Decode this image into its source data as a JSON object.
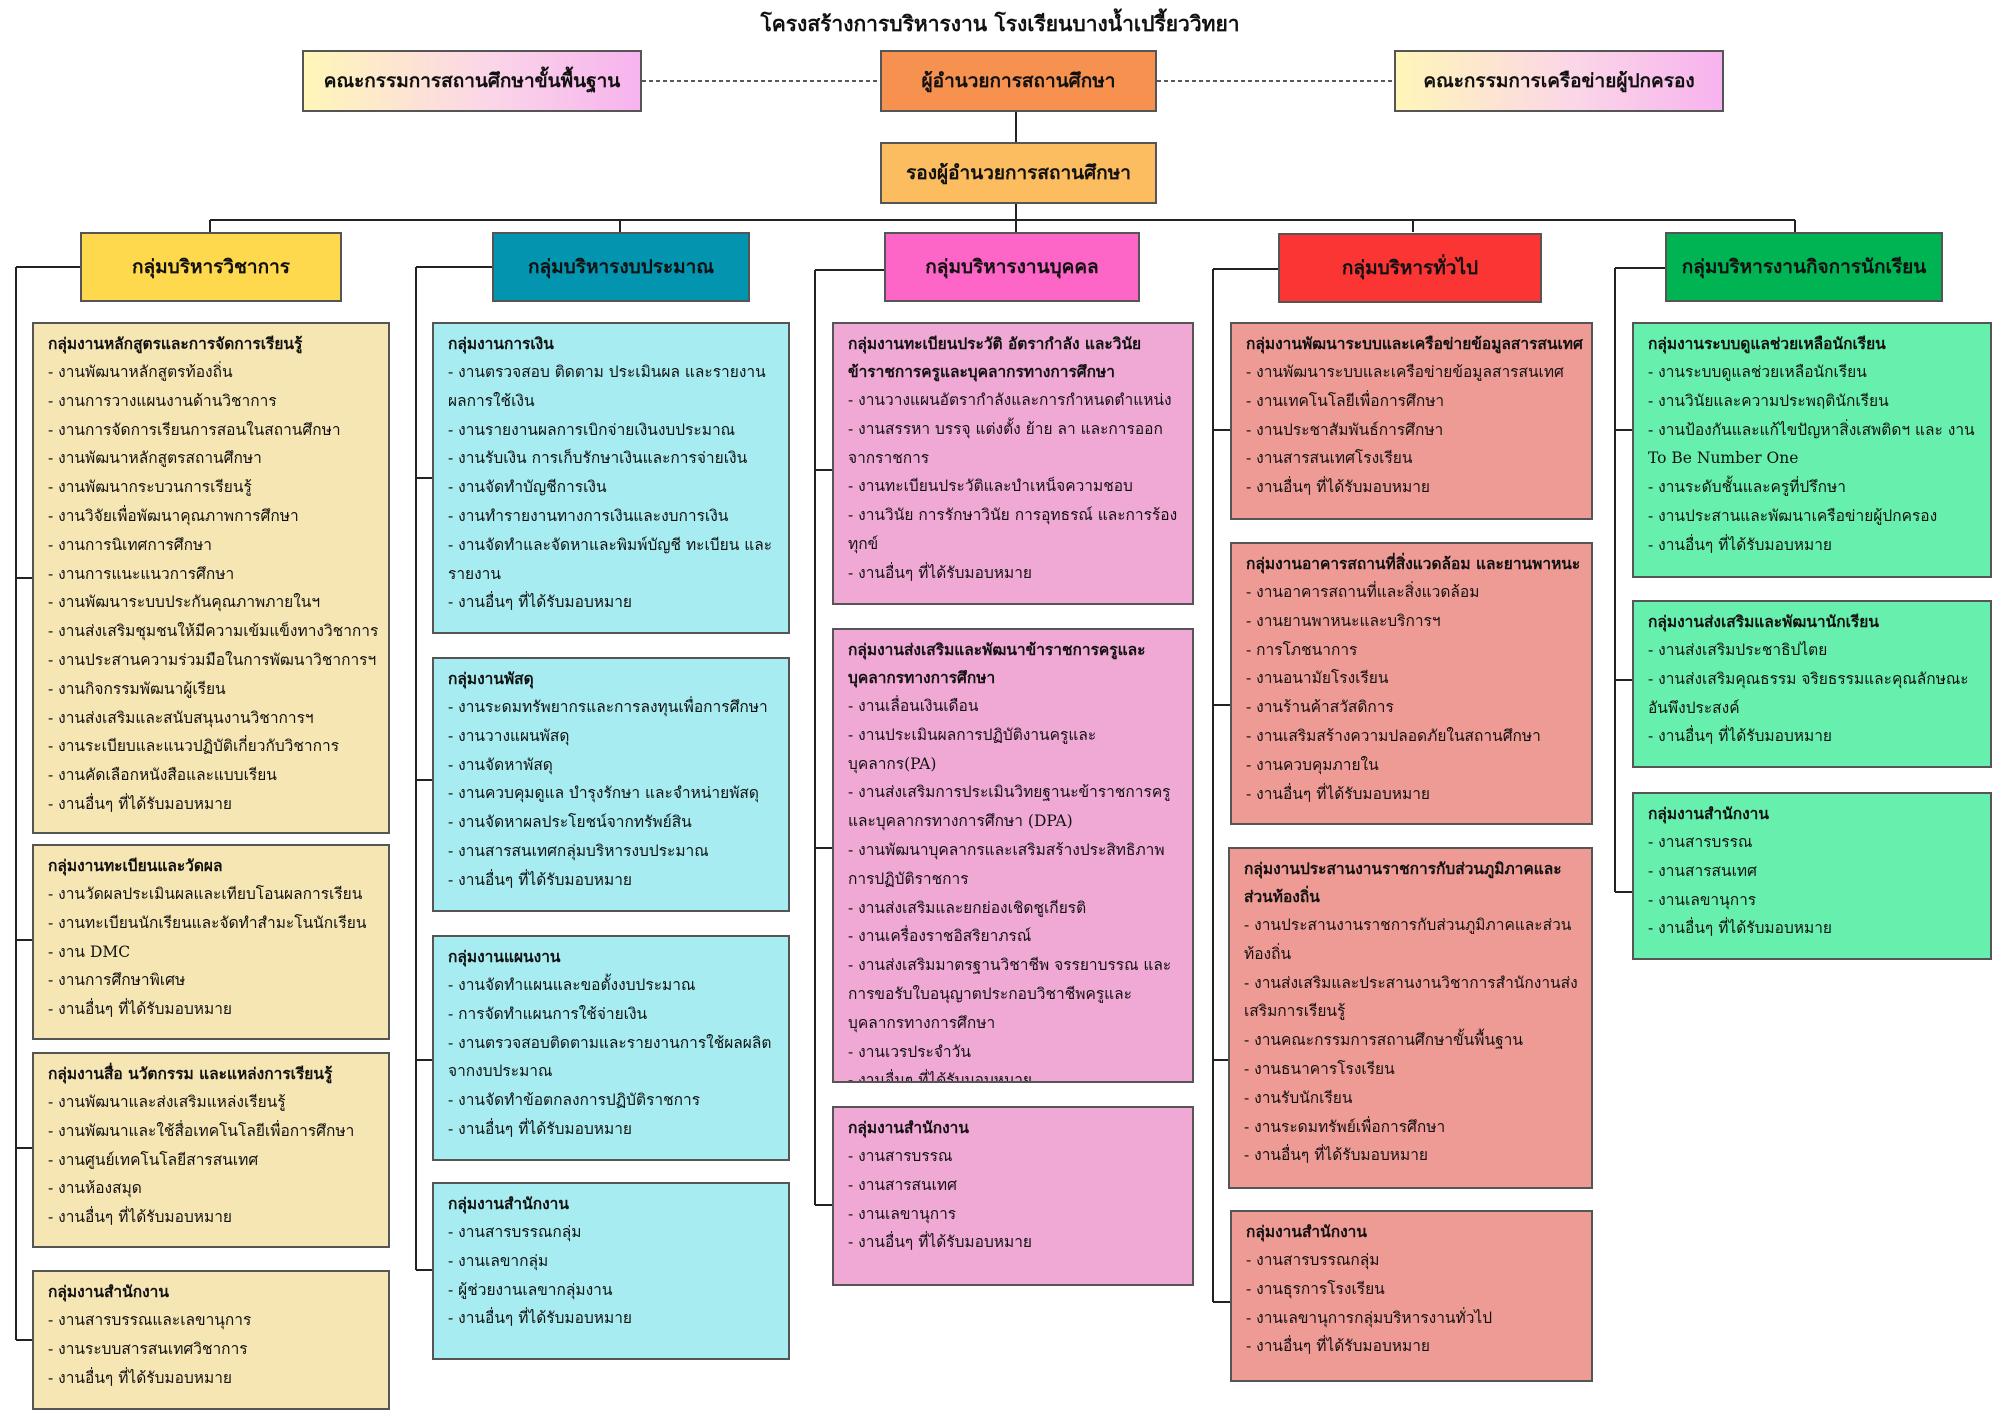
{
  "title": "โครงสร้างการบริหารงาน โรงเรียนบางน้ำเปรี้ยววิทยา",
  "top": {
    "director": "ผู้อำนวยการสถานศึกษา",
    "deputy": "รองผู้อำนวยการสถานศึกษา",
    "left_committee": "คณะกรรมการสถานศึกษาขั้นพื้นฐาน",
    "right_committee": "คณะกรรมการเครือข่ายผู้ปกครอง"
  },
  "colors": {
    "director": "#f79150",
    "deputy": "#fbbd5f",
    "col1_header": "#ffd94d",
    "col2_header": "#0395b0",
    "col3_header": "#fd66c6",
    "col4_header": "#fb3434",
    "col5_header": "#00b454",
    "col1_box": "#f6e6b3",
    "col2_box": "#a6ecf0",
    "col3_box": "#f0a9d5",
    "col4_box": "#ef9b95",
    "col5_box": "#67efad"
  },
  "columns": [
    {
      "header": "กลุ่มบริหารวิชาการ",
      "groups": [
        {
          "title": "กลุ่มงานหลักสูตรและการจัดการเรียนรู้",
          "items": [
            "- งานพัฒนาหลักสูตรท้องถิ่น",
            "- งานการวางแผนงานด้านวิชาการ",
            "- งานการจัดการเรียนการสอนในสถานศึกษา",
            "- งานพัฒนาหลักสูตรสถานศึกษา",
            "- งานพัฒนากระบวนการเรียนรู้",
            "- งานวิจัยเพื่อพัฒนาคุณภาพการศึกษา",
            "- งานการนิเทศการศึกษา",
            "- งานการแนะแนวการศึกษา",
            "- งานพัฒนาระบบประกันคุณภาพภายในฯ",
            "- งานส่งเสริมชุมชนให้มีความเข้มแข็งทางวิชาการ",
            "- งานประสานความร่วมมือในการพัฒนาวิชาการฯ",
            "- งานกิจกรรมพัฒนาผู้เรียน",
            "- งานส่งเสริมและสนับสนุนงานวิชาการฯ",
            "- งานระเบียบและแนวปฏิบัติเกี่ยวกับวิชาการ",
            "- งานคัดเลือกหนังสือและแบบเรียน",
            "- งานอื่นๆ ที่ได้รับมอบหมาย"
          ]
        },
        {
          "title": "กลุ่มงานทะเบียนและวัดผล",
          "items": [
            "- งานวัดผลประเมินผลและเทียบโอนผลการเรียน",
            "- งานทะเบียนนักเรียนและจัดทำสำมะโนนักเรียน",
            "- งาน  DMC",
            "- งานการศึกษาพิเศษ",
            "- งานอื่นๆ ที่ได้รับมอบหมาย"
          ]
        },
        {
          "title": "กลุ่มงานสื่อ นวัตกรรม และแหล่งการเรียนรู้",
          "items": [
            "- งานพัฒนาและส่งเสริมแหล่งเรียนรู้",
            "- งานพัฒนาและใช้สื่อเทคโนโลยีเพื่อการศึกษา",
            "- งานศูนย์เทคโนโลยีสารสนเทศ",
            "- งานห้องสมุด",
            "- งานอื่นๆ ที่ได้รับมอบหมาย"
          ]
        },
        {
          "title": "กลุ่มงานสำนักงาน",
          "items": [
            "- งานสารบรรณและเลขานุการ",
            "- งานระบบสารสนเทศวิชาการ",
            "- งานอื่นๆ ที่ได้รับมอบหมาย"
          ]
        }
      ]
    },
    {
      "header": "กลุ่มบริหารงบประมาณ",
      "groups": [
        {
          "title": "กลุ่มงานการเงิน",
          "items": [
            "- งานตรวจสอบ ติดตาม ประเมินผล และรายงานผลการใช้เงิน",
            "- งานรายงานผลการเบิกจ่ายเงินงบประมาณ",
            "- งานรับเงิน การเก็บรักษาเงินและการจ่ายเงิน",
            "- งานจัดทำบัญชีการเงิน",
            "- งานทำรายงานทางการเงินและงบการเงิน",
            "- งานจัดทำและจัดหาและพิมพ์บัญชี ทะเบียน และรายงาน",
            "- งานอื่นๆ ที่ได้รับมอบหมาย"
          ]
        },
        {
          "title": "กลุ่มงานพัสดุ",
          "items": [
            "- งานระดมทรัพยากรและการลงทุนเพื่อการศึกษา",
            "- งานวางแผนพัสดุ",
            "- งานจัดหาพัสดุ",
            "- งานควบคุมดูแล บำรุงรักษา และจำหน่ายพัสดุ",
            "- งานจัดหาผลประโยชน์จากทรัพย์สิน",
            "- งานสารสนเทศกลุ่มบริหารงบประมาณ",
            "- งานอื่นๆ ที่ได้รับมอบหมาย"
          ]
        },
        {
          "title": "กลุ่มงานแผนงาน",
          "items": [
            "- งานจัดทำแผนและขอตั้งงบประมาณ",
            "- การจัดทำแผนการใช้จ่ายเงิน",
            "- งานตรวจสอบติดตามและรายงานการใช้ผลผลิตจากงบประมาณ",
            "- งานจัดทำข้อตกลงการปฏิบัติราชการ",
            "- งานอื่นๆ ที่ได้รับมอบหมาย"
          ]
        },
        {
          "title": "กลุ่มงานสำนักงาน",
          "items": [
            "- งานสารบรรณกลุ่ม",
            "- งานเลขากลุ่ม",
            "- ผู้ช่วยงานเลขากลุ่มงาน",
            "- งานอื่นๆ ที่ได้รับมอบหมาย"
          ]
        }
      ]
    },
    {
      "header": "กลุ่มบริหารงานบุคคล",
      "groups": [
        {
          "title": "กลุ่มงานทะเบียนประวัติ อัตรากำลัง และวินัยข้าราชการครูและบุคลากรทางการศึกษา",
          "items": [
            "- งานวางแผนอัตรากำลังและการกำหนดตำแหน่ง",
            "- งานสรรหา บรรจุ แต่งตั้ง ย้าย ลา และการออกจากราชการ",
            "- งานทะเบียนประวัติและบำเหน็จความชอบ",
            "- งานวินัย การรักษาวินัย การอุทธรณ์ และการร้องทุกข์",
            "- งานอื่นๆ ที่ได้รับมอบหมาย"
          ]
        },
        {
          "title": "กลุ่มงานส่งเสริมและพัฒนาข้าราชการครูและบุคลากรทางการศึกษา",
          "items": [
            "- งานเลื่อนเงินเดือน",
            "- งานประเมินผลการปฏิบัติงานครูและบุคลากร(PA)",
            "- งานส่งเสริมการประเมินวิทยฐานะข้าราชการครูและบุคลากรทางการศึกษา (DPA)",
            "- งานพัฒนาบุคลากรและเสริมสร้างประสิทธิภาพการปฏิบัติราชการ",
            "- งานส่งเสริมและยกย่องเชิดชูเกียรติ",
            "- งานเครื่องราชอิสริยาภรณ์",
            "- งานส่งเสริมมาตรฐานวิชาชีพ จรรยาบรรณ และการขอรับใบอนุญาตประกอบวิชาชีพครูและบุคลากรทางการศึกษา",
            "-  งานเวรประจำวัน",
            "- งานอื่นๆ ที่ได้รับมอบหมาย"
          ]
        },
        {
          "title": "กลุ่มงานสำนักงาน",
          "items": [
            "- งานสารบรรณ",
            "- งานสารสนเทศ",
            "- งานเลขานุการ",
            "- งานอื่นๆ ที่ได้รับมอบหมาย"
          ]
        }
      ]
    },
    {
      "header": "กลุ่มบริหารทั่วไป",
      "groups": [
        {
          "title": "กลุ่มงานพัฒนาระบบและเครือข่ายข้อมูลสารสนเทศ",
          "items": [
            "- งานพัฒนาระบบและเครือข่ายข้อมูลสารสนเทศ",
            "- งานเทคโนโลยีเพื่อการศึกษา",
            "- งานประชาสัมพันธ์การศึกษา",
            "- งานสารสนเทศโรงเรียน",
            "- งานอื่นๆ ที่ได้รับมอบหมาย"
          ]
        },
        {
          "title": "กลุ่มงานอาคารสถานที่สิ่งแวดล้อม และยานพาหนะ",
          "items": [
            "- งานอาคารสถานที่และสิ่งแวดล้อม",
            "- งานยานพาหนะและบริการฯ",
            "- การโภชนาการ",
            "- งานอนามัยโรงเรียน",
            "- งานร้านค้าสวัสดิการ",
            "- งานเสริมสร้างความปลอดภัยในสถานศึกษา",
            "- งานควบคุมภายใน",
            "- งานอื่นๆ ที่ได้รับมอบหมาย"
          ]
        },
        {
          "title": "กลุ่มงานประสานงานราชการกับส่วนภูมิภาคและส่วนท้องถิ่น",
          "items": [
            "- งานประสานงานราชการกับส่วนภูมิภาคและส่วนท้องถิ่น",
            "- งานส่งเสริมและประสานงานวิชาการสำนักงานส่งเสริมการเรียนรู้",
            "- งานคณะกรรมการสถานศึกษาขั้นพื้นฐาน",
            "- งานธนาคารโรงเรียน",
            "- งานรับนักเรียน",
            "- งานระดมทรัพย์เพื่อการศึกษา",
            "- งานอื่นๆ ที่ได้รับมอบหมาย"
          ]
        },
        {
          "title": "กลุ่มงานสำนักงาน",
          "items": [
            "- งานสารบรรณกลุ่ม",
            "- งานธุรการโรงเรียน",
            "- งานเลขานุการกลุ่มบริหารงานทั่วไป",
            "- งานอื่นๆ ที่ได้รับมอบหมาย"
          ]
        }
      ]
    },
    {
      "header": "กลุ่มบริหารงานกิจการนักเรียน",
      "groups": [
        {
          "title": "กลุ่มงานระบบดูแลช่วยเหลือนักเรียน",
          "items": [
            "- งานระบบดูแลช่วยเหลือนักเรียน",
            "- งานวินัยและความประพฤตินักเรียน",
            "- งานป้องกันและแก้ไขปัญหาสิ่งเสพติดฯ และ งาน To Be Number One",
            "- งานระดับชั้นและครูที่ปรึกษา",
            "- งานประสานและพัฒนาเครือข่ายผู้ปกครอง",
            "- งานอื่นๆ ที่ได้รับมอบหมาย"
          ]
        },
        {
          "title": "กลุ่มงานส่งเสริมและพัฒนานักเรียน",
          "items": [
            "- งานส่งเสริมประชาธิปไตย",
            "- งานส่งเสริมคุณธรรม จริยธรรมและคุณลักษณะอันพึงประสงค์",
            "- งานอื่นๆ ที่ได้รับมอบหมาย"
          ]
        },
        {
          "title": "กลุ่มงานสำนักงาน",
          "items": [
            "- งานสารบรรณ",
            "- งานสารสนเทศ",
            "- งานเลขานุการ",
            "- งานอื่นๆ ที่ได้รับมอบหมาย"
          ]
        }
      ]
    }
  ]
}
